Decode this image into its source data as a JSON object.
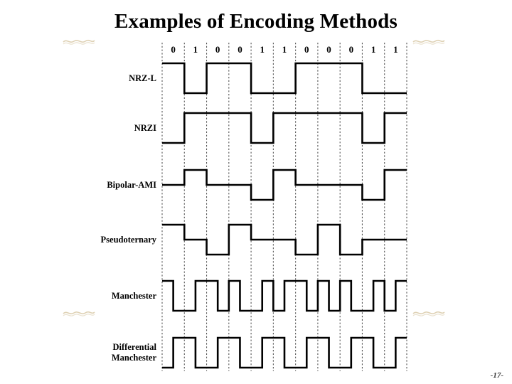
{
  "slide": {
    "title": "Examples of Encoding Methods",
    "page_number": "-17-",
    "decoration_icon": "squiggle-ornament",
    "decoration_color": "#d9c9a8",
    "line_color": "#000000",
    "grid_color": "#555555",
    "background": "#ffffff"
  },
  "chart_data": {
    "type": "line",
    "title": "Examples of Encoding Methods",
    "xlabel": "",
    "ylabel": "",
    "grid": true,
    "legend_position": "left",
    "x": [
      0,
      1,
      2,
      3,
      4,
      5,
      6,
      7,
      8,
      9,
      10
    ],
    "categories": [
      "0",
      "1",
      "0",
      "0",
      "1",
      "1",
      "0",
      "0",
      "0",
      "1",
      "1"
    ],
    "bit_stream": "01001100011",
    "bit_count": 11,
    "level_legend": {
      "high": 1,
      "zero": 0,
      "low": -1
    },
    "series": [
      {
        "name": "NRZ-L",
        "encoding": "nrz-l",
        "levels": [
          1,
          -1,
          1,
          1,
          -1,
          -1,
          1,
          1,
          1,
          -1,
          -1
        ],
        "mid_bit_transition": false,
        "values": [
          1,
          -1,
          1,
          1,
          -1,
          -1,
          1,
          1,
          1,
          -1,
          -1
        ]
      },
      {
        "name": "NRZI",
        "encoding": "nrzi",
        "levels": [
          -1,
          1,
          1,
          1,
          -1,
          1,
          1,
          1,
          1,
          -1,
          1
        ],
        "mid_bit_transition": false,
        "values": [
          -1,
          1,
          1,
          1,
          -1,
          1,
          1,
          1,
          1,
          -1,
          1
        ]
      },
      {
        "name": "Bipolar-AMI",
        "encoding": "bipolar-ami",
        "levels": [
          0,
          1,
          0,
          0,
          -1,
          1,
          0,
          0,
          0,
          -1,
          1
        ],
        "mid_bit_transition": false,
        "values": [
          0,
          1,
          0,
          0,
          -1,
          1,
          0,
          0,
          0,
          -1,
          1
        ]
      },
      {
        "name": "Pseudoternary",
        "encoding": "pseudoternary",
        "levels": [
          1,
          0,
          -1,
          1,
          0,
          0,
          -1,
          1,
          -1,
          0,
          0
        ],
        "mid_bit_transition": false,
        "values": [
          1,
          0,
          -1,
          1,
          0,
          0,
          -1,
          1,
          -1,
          0,
          0
        ]
      },
      {
        "name": "Manchester",
        "encoding": "manchester",
        "mid_bit_transition": true,
        "half_levels": [
          [
            1,
            -1
          ],
          [
            -1,
            1
          ],
          [
            1,
            -1
          ],
          [
            1,
            -1
          ],
          [
            -1,
            1
          ],
          [
            -1,
            1
          ],
          [
            1,
            -1
          ],
          [
            1,
            -1
          ],
          [
            1,
            -1
          ],
          [
            -1,
            1
          ],
          [
            -1,
            1
          ]
        ]
      },
      {
        "name": "Differential Manchester",
        "encoding": "differential-manchester",
        "mid_bit_transition": true,
        "half_levels": [
          [
            -1,
            1
          ],
          [
            1,
            -1
          ],
          [
            -1,
            1
          ],
          [
            1,
            -1
          ],
          [
            -1,
            1
          ],
          [
            1,
            -1
          ],
          [
            -1,
            1
          ],
          [
            1,
            -1
          ],
          [
            -1,
            1
          ],
          [
            1,
            -1
          ],
          [
            -1,
            1
          ]
        ]
      }
    ]
  },
  "rows": [
    {
      "label": "NRZ-L",
      "label_line2": ""
    },
    {
      "label": "NRZI",
      "label_line2": ""
    },
    {
      "label": "Bipolar-AMI",
      "label_line2": ""
    },
    {
      "label": "Pseudoternary",
      "label_line2": ""
    },
    {
      "label": "Manchester",
      "label_line2": ""
    },
    {
      "label": "Differential",
      "label_line2": "Manchester"
    }
  ]
}
